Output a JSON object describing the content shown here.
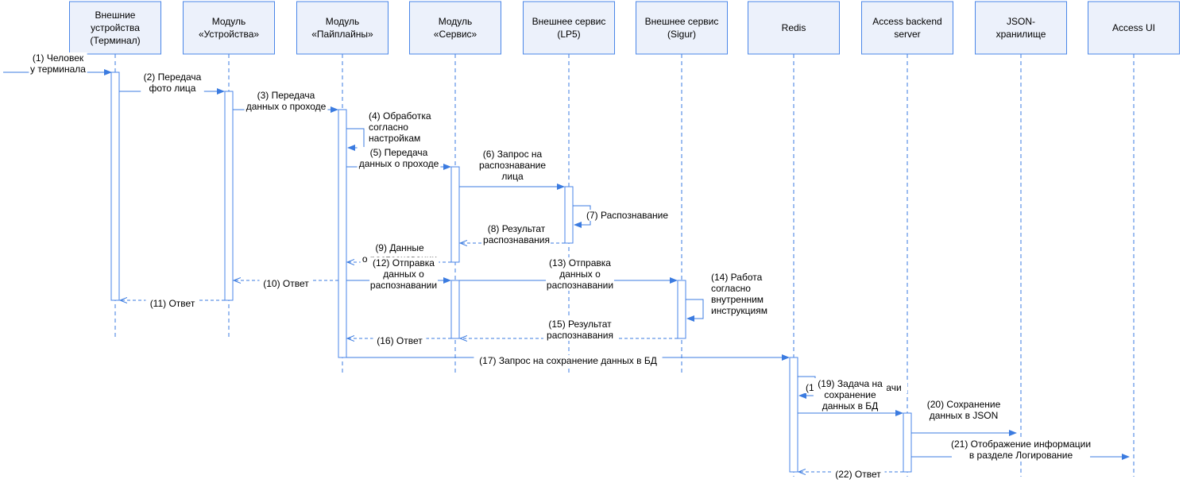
{
  "colors": {
    "line": "#3b7be0",
    "box_fill": "#ecf1fb",
    "box_stroke": "#4a86e8"
  },
  "participants": [
    {
      "id": "terminal",
      "label": [
        "Внешние",
        "устройства",
        "(Терминал)"
      ]
    },
    {
      "id": "devices",
      "label": [
        "Модуль",
        "«Устройства»"
      ]
    },
    {
      "id": "pipelines",
      "label": [
        "Модуль",
        "«Пайплайны»"
      ]
    },
    {
      "id": "service",
      "label": [
        "Модуль",
        "«Сервис»"
      ]
    },
    {
      "id": "lp5",
      "label": [
        "Внешнее сервис",
        "(LP5)"
      ]
    },
    {
      "id": "sigur",
      "label": [
        "Внешнее сервис",
        "(Sigur)"
      ]
    },
    {
      "id": "redis",
      "label": [
        "Redis"
      ]
    },
    {
      "id": "backend",
      "label": [
        "Access backend",
        "server"
      ]
    },
    {
      "id": "json",
      "label": [
        "JSON-",
        "хранилище"
      ]
    },
    {
      "id": "ui",
      "label": [
        "Access UI"
      ]
    }
  ],
  "messages": [
    {
      "n": 1,
      "from": "external",
      "to": "terminal",
      "style": "solid",
      "label": [
        "(1) Человек",
        "у терминала"
      ]
    },
    {
      "n": 2,
      "from": "terminal",
      "to": "devices",
      "style": "solid",
      "label": [
        "(2) Передача",
        "фото лица"
      ]
    },
    {
      "n": 3,
      "from": "devices",
      "to": "pipelines",
      "style": "solid",
      "label": [
        "(3) Передача",
        "данных о проходе"
      ]
    },
    {
      "n": 4,
      "from": "pipelines",
      "to": "pipelines",
      "style": "self",
      "label": [
        "(4) Обработка",
        "согласно",
        "настройкам"
      ]
    },
    {
      "n": 5,
      "from": "pipelines",
      "to": "service",
      "style": "solid",
      "label": [
        "(5) Передача",
        "данных о проходе"
      ]
    },
    {
      "n": 6,
      "from": "service",
      "to": "lp5",
      "style": "solid",
      "label": [
        "(6) Запрос на",
        "распознавание",
        "лица"
      ]
    },
    {
      "n": 7,
      "from": "lp5",
      "to": "lp5",
      "style": "self",
      "label": [
        "(7) Распознавание"
      ]
    },
    {
      "n": 8,
      "from": "lp5",
      "to": "service",
      "style": "dashed",
      "label": [
        "(8) Результат",
        "распознавания"
      ]
    },
    {
      "n": 9,
      "from": "service",
      "to": "pipelines",
      "style": "dashed",
      "label": [
        "(9) Данные",
        "о распознавании"
      ]
    },
    {
      "n": 10,
      "from": "pipelines",
      "to": "devices",
      "style": "dashed",
      "label": [
        "(10) Ответ"
      ]
    },
    {
      "n": 11,
      "from": "devices",
      "to": "terminal",
      "style": "dashed",
      "label": [
        "(11) Ответ"
      ]
    },
    {
      "n": 12,
      "from": "pipelines",
      "to": "service",
      "style": "solid",
      "label": [
        "(12) Отправка",
        "данных о",
        "распознавании"
      ]
    },
    {
      "n": 13,
      "from": "service",
      "to": "sigur",
      "style": "solid",
      "label": [
        "(13) Отправка",
        "данных о",
        "распознавании"
      ]
    },
    {
      "n": 14,
      "from": "sigur",
      "to": "sigur",
      "style": "self",
      "label": [
        "(14) Работа",
        "согласно",
        "внутренним",
        "инструкциям"
      ]
    },
    {
      "n": 15,
      "from": "sigur",
      "to": "service",
      "style": "dashed",
      "label": [
        "(15) Результат",
        "распознавания"
      ]
    },
    {
      "n": 16,
      "from": "service",
      "to": "pipelines",
      "style": "dashed",
      "label": [
        "(16) Ответ"
      ]
    },
    {
      "n": 17,
      "from": "pipelines",
      "to": "redis",
      "style": "solid",
      "label": [
        "(17) Запрос на сохранение данных в БД"
      ]
    },
    {
      "n": 18,
      "from": "redis",
      "to": "redis",
      "style": "self",
      "label": [
        "(18) Создание задачи"
      ]
    },
    {
      "n": 19,
      "from": "redis",
      "to": "backend",
      "style": "solid",
      "label": [
        "(19) Задача на",
        "сохранение",
        "данных в БД"
      ]
    },
    {
      "n": 20,
      "from": "backend",
      "to": "json",
      "style": "solid",
      "label": [
        "(20) Сохранение",
        "данных в JSON"
      ]
    },
    {
      "n": 21,
      "from": "backend",
      "to": "ui",
      "style": "solid",
      "label": [
        "(21) Отображение информации",
        "в разделе Логирование"
      ]
    },
    {
      "n": 22,
      "from": "backend",
      "to": "redis",
      "style": "dashed",
      "label": [
        "(22) Ответ"
      ]
    }
  ]
}
